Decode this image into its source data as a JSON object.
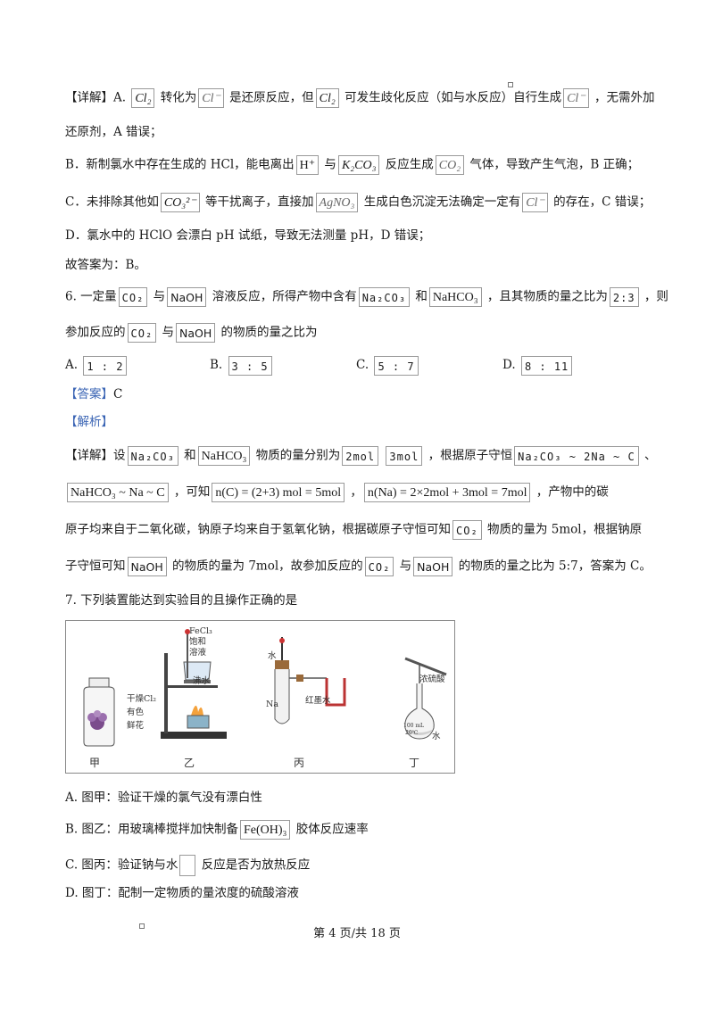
{
  "detail1": {
    "l1": {
      "a": "【详解】A. ",
      "f1": "Cl₂",
      "b": " 转化为",
      "f2": "Cl⁻",
      "c": " 是还原反应，但",
      "f3": "Cl₂",
      "d": " 可发生歧化反应（如与水反应）自行生成",
      "f4": "Cl⁻",
      "e": " ，无需外加"
    },
    "l2": "还原剂，A 错误；",
    "l3": {
      "a": "B．新制氯水中存在生成的 HCl，能电离出",
      "f1": "H⁺",
      "b": " 与",
      "f2": "K₂CO₃",
      "c": " 反应生成",
      "f3": "CO₂",
      "d": " 气体，导致产生气泡，B 正确；"
    },
    "l4": {
      "a": "C．未排除其他如",
      "f1": "CO₃²⁻",
      "b": " 等干扰离子，直接加",
      "f2": "AgNO₃",
      "c": " 生成白色沉淀无法确定一定有",
      "f3": "Cl⁻",
      "d": " 的存在，C 错误；"
    },
    "l5": "D．氯水中的 HClO 会漂白 pH 试纸，导致无法测量 pH，D 错误；",
    "l6": "故答案为：B。"
  },
  "q6": {
    "l1": {
      "a": "6. 一定量",
      "f1": "CO₂",
      "b": " 与",
      "f2": "NaOH",
      "c": " 溶液反应，所得产物中含有",
      "f3": "Na₂CO₃",
      "d": " 和",
      "f4": "NaHCO₃",
      "e": " ，且其物质的量之比为",
      "f5": "2:3",
      "g": " ，则"
    },
    "l2": {
      "a": "参加反应的",
      "f1": "CO₂",
      "b": " 与",
      "f2": "NaOH",
      "c": " 的物质的量之比为"
    },
    "options": [
      {
        "label": "A.",
        "value": "1 : 2"
      },
      {
        "label": "B.",
        "value": "3 : 5"
      },
      {
        "label": "C.",
        "value": "5 : 7"
      },
      {
        "label": "D.",
        "value": "8 : 11"
      }
    ],
    "answer_tag": "【答案】",
    "answer": "C",
    "analysis_tag": "【解析】"
  },
  "detail2": {
    "l1": {
      "a": "【详解】设",
      "f1": "Na₂CO₃",
      "b": " 和",
      "f2": "NaHCO₃",
      "c": " 物质的量分别为",
      "f3": "2mol",
      "d": " ",
      "f4": "3mol",
      "e": " ，根据原子守恒",
      "f5": "Na₂CO₃ ~ 2Na ~ C",
      "g": " 、"
    },
    "l2": {
      "f1": "NaHCO₃ ~ Na ~ C",
      "a": " ，可知",
      "f2": "n(C) = (2+3) mol = 5mol",
      "b": " ，",
      "f3": "n(Na) = 2×2mol + 3mol = 7mol",
      "c": " ，产物中的碳"
    },
    "l3": {
      "a": "原子均来自于二氧化碳，钠原子均来自于氢氧化钠，根据碳原子守恒可知",
      "f1": "CO₂",
      "b": " 物质的量为 5mol，根据钠原"
    },
    "l4": {
      "a": "子守恒可知",
      "f1": "NaOH",
      "b": " 的物质的量为 7mol，故参加反应的",
      "f2": "CO₂",
      "c": " 与",
      "f3": "NaOH",
      "d": " 的物质的量之比为 5:7，答案为 C。"
    }
  },
  "q7": {
    "stem": "7. 下列装置能达到实验目的且操作正确的是",
    "figure": {
      "jia": {
        "label": "甲",
        "t1": "干燥Cl₂",
        "t2": "有色",
        "t3": "鲜花"
      },
      "yi": {
        "label": "乙",
        "t1": "FeCl₃",
        "t2": "饱和",
        "t3": "溶液",
        "t4": "沸水"
      },
      "bing": {
        "label": "丙",
        "t1": "水",
        "t2": "Na",
        "t3": "红墨水"
      },
      "ding": {
        "label": "丁",
        "t1": "浓硫酸",
        "t2": "水",
        "t3": "100 mL",
        "t4": "20℃"
      }
    },
    "options": [
      {
        "a": "A. 图甲：验证干燥的氯气没有漂白性"
      },
      {
        "a": "B. 图乙：用玻璃棒搅拌加快制备",
        "f1": "Fe(OH)₃",
        "b": " 胶体反应速率"
      },
      {
        "a": "C. 图丙：验证钠与水",
        "b": " 反应是否为放热反应"
      },
      {
        "a": "D. 图丁：配制一定物质的量浓度的硫酸溶液"
      }
    ]
  },
  "footer": "第 4 页/共 18 页"
}
